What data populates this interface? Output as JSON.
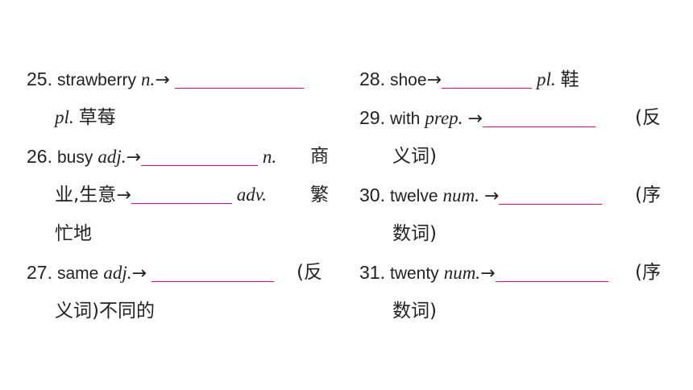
{
  "accent_color": "#e4007f",
  "items": {
    "i25": {
      "num": "25.",
      "word": "strawberry",
      "pos": "n.",
      "arrow": "→",
      "pos2": "pl.",
      "meaning": "草莓"
    },
    "i26": {
      "num": "26.",
      "word": "busy",
      "pos": "adj.",
      "arrow": "→",
      "pos2": "n.",
      "meaning1": "商业,生意",
      "arrow2": "→",
      "pos3": "adv.",
      "meaning2": "繁忙地"
    },
    "i27": {
      "num": "27.",
      "word": "same",
      "pos": "adj.",
      "arrow": "→",
      "note": "(反义词)",
      "meaning": "不同的"
    },
    "i28": {
      "num": "28.",
      "word": "shoe",
      "arrow": "→",
      "pos2": "pl.",
      "meaning": "鞋"
    },
    "i29": {
      "num": "29.",
      "word": "with",
      "pos": "prep.",
      "arrow": "→",
      "note": "(反义词)"
    },
    "i30": {
      "num": "30.",
      "word": "twelve",
      "pos": "num.",
      "arrow": "→",
      "note": "(序数词)"
    },
    "i31": {
      "num": "31.",
      "word": "twenty",
      "pos": "num.",
      "arrow": "→",
      "note": "(序数词)"
    }
  }
}
